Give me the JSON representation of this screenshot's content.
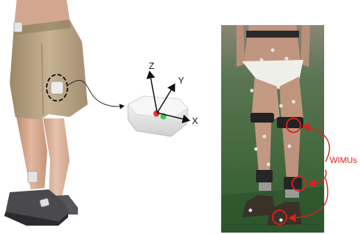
{
  "figure": {
    "axes": {
      "x": "X",
      "y": "Y",
      "z": "Z"
    },
    "sensor_label": "WIMUs",
    "colors": {
      "annotation": "#d9211e",
      "shorts": "#b7a283",
      "skin": "#d8ab90",
      "shoe": "#4a4a4e",
      "sensor": "#ececec",
      "led_red": "#e8302a",
      "led_green": "#3cc84a",
      "field": "#3f6a3d"
    }
  }
}
